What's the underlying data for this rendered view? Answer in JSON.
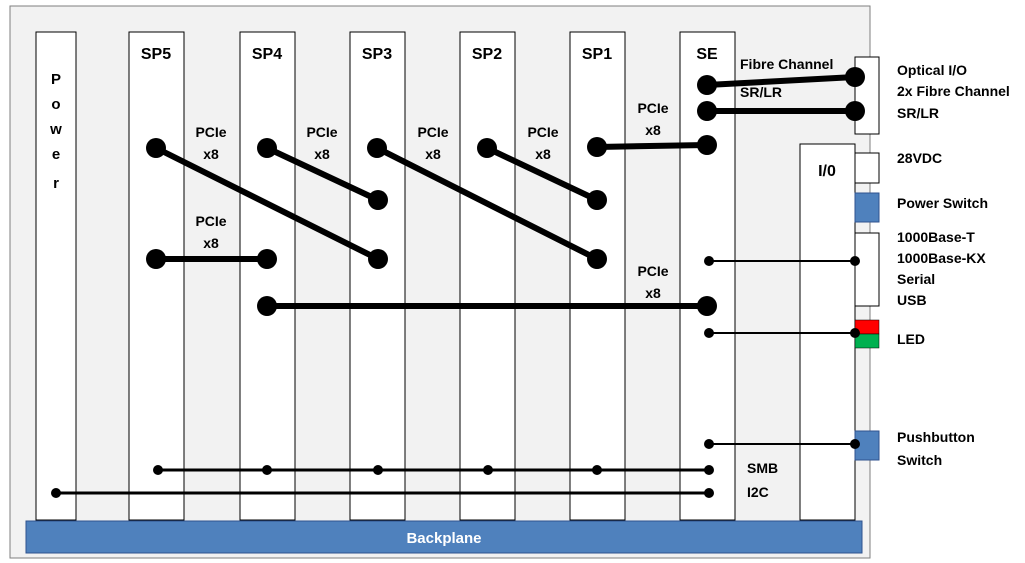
{
  "chassis": {
    "power_letters": [
      "P",
      "o",
      "w",
      "e",
      "r"
    ],
    "slots": [
      "SP5",
      "SP4",
      "SP3",
      "SP2",
      "SP1",
      "SE"
    ],
    "io_label": "I/0",
    "backplane_label": "Backplane"
  },
  "links": {
    "fibre_channel": "Fibre Channel",
    "sr_lr": "SR/LR",
    "pcie_word": "PCIe",
    "pcie_width": "x8",
    "smb": "SMB",
    "i2c": "I2C"
  },
  "connectors": {
    "optical_io": [
      "Optical I/O",
      "2x Fibre Channel",
      "SR/LR"
    ],
    "vdc": "28VDC",
    "power_switch": "Power Switch",
    "ethernet": [
      "1000Base-T",
      "1000Base-KX",
      "Serial",
      "USB"
    ],
    "led": "LED",
    "pushbutton": [
      "Pushbutton",
      "Switch"
    ]
  },
  "colors": {
    "panel_bg": "#f2f2f2",
    "backplane": "#4f81bd",
    "switch_blue": "#4f81bd",
    "led_red": "#ff0000",
    "led_green": "#00b050"
  }
}
